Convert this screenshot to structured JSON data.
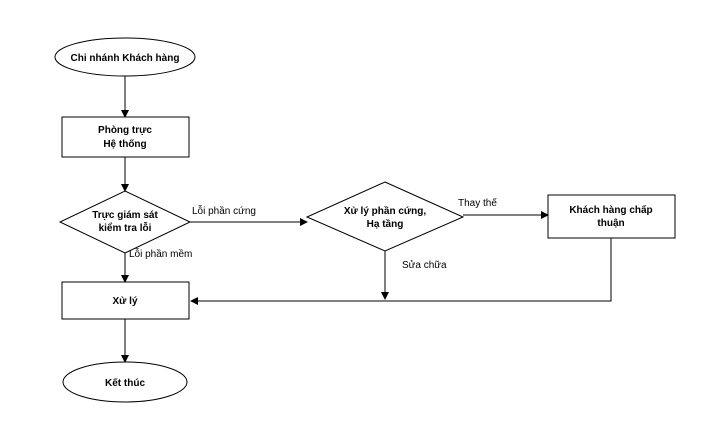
{
  "nodes": {
    "start": "Chi nhánh Khách hàng",
    "system_duty_1": "Phòng trực",
    "system_duty_2": "Hệ thống",
    "monitor_1": "Trực giám sát",
    "monitor_2": "kiểm tra lỗi",
    "hardware_1": "Xử lý phần cứng,",
    "hardware_2": "Hạ tầng",
    "customer_1": "Khách hàng chấp",
    "customer_2": "thuận",
    "process": "Xử lý",
    "end": "Kết thúc"
  },
  "edges": {
    "hardware_error": "Lỗi phần cứng",
    "software_error": "Lỗi phần mềm",
    "replace": "Thay thế",
    "repair": "Sửa chữa"
  }
}
